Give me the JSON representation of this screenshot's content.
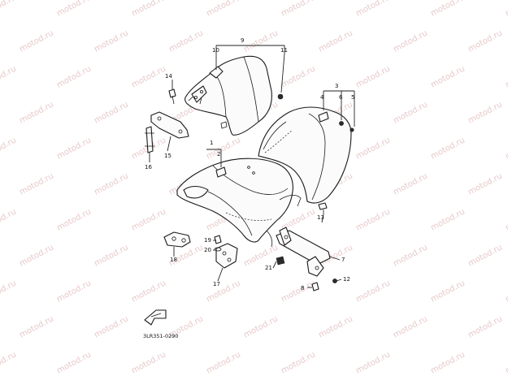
{
  "watermark": {
    "text": "motod.ru",
    "color": "#e7c9c9"
  },
  "diagram": {
    "code": "3LR351-0290",
    "callouts": [
      {
        "id": "c9",
        "text": "9"
      },
      {
        "id": "c10",
        "text": "10"
      },
      {
        "id": "c11",
        "text": "11"
      },
      {
        "id": "c14",
        "text": "14"
      },
      {
        "id": "c15",
        "text": "15"
      },
      {
        "id": "c16",
        "text": "16"
      },
      {
        "id": "c3",
        "text": "3"
      },
      {
        "id": "c4",
        "text": "4"
      },
      {
        "id": "c6",
        "text": "6"
      },
      {
        "id": "c5",
        "text": "5"
      },
      {
        "id": "c1",
        "text": "1"
      },
      {
        "id": "c2",
        "text": "2"
      },
      {
        "id": "c13",
        "text": "13"
      },
      {
        "id": "c19",
        "text": "19"
      },
      {
        "id": "c20",
        "text": "20"
      },
      {
        "id": "c18",
        "text": "18"
      },
      {
        "id": "c17",
        "text": "17"
      },
      {
        "id": "c21",
        "text": "21"
      },
      {
        "id": "c7",
        "text": "7"
      },
      {
        "id": "c12",
        "text": "12"
      },
      {
        "id": "c8",
        "text": "8"
      }
    ]
  }
}
